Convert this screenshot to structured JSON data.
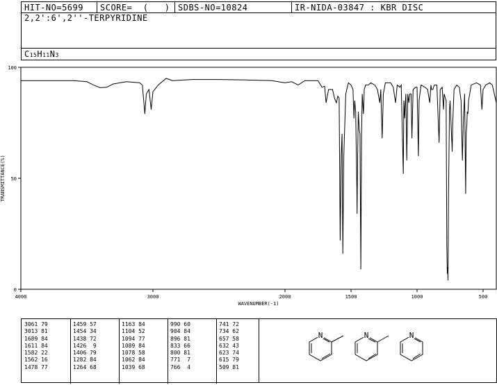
{
  "header": {
    "hit_no": "HIT-NO=5699",
    "score": "SCORE=  (   )",
    "sdbs_no": "SDBS-NO=10824",
    "ir_code": "IR-NIDA-03847 : KBR DISC"
  },
  "compound_name": "2,2':6',2''-TERPYRIDINE",
  "formula": {
    "c": "C",
    "c_n": "15",
    "h": "H",
    "h_n": "11",
    "n": "N",
    "n_n": "3"
  },
  "chart_data": {
    "type": "line",
    "xlabel": "WAVENUMBER(-1)",
    "ylabel": "TRANSMITTANCE(%)",
    "xlim": [
      4000,
      400
    ],
    "ylim": [
      0,
      100
    ],
    "x_ticks": [
      4000,
      3000,
      2000,
      1500,
      1000,
      500
    ],
    "x_tick_labels": [
      "4000",
      "3000",
      "2000",
      "1500",
      "1000",
      "500"
    ],
    "y_ticks": [
      0,
      50,
      100
    ],
    "y_tick_labels": [
      "0",
      "50",
      "100"
    ],
    "baseline": [
      [
        4000,
        94
      ],
      [
        3800,
        94
      ],
      [
        3600,
        94
      ],
      [
        3500,
        93.5
      ],
      [
        3450,
        92
      ],
      [
        3400,
        90.8
      ],
      [
        3350,
        91
      ],
      [
        3300,
        92.5
      ],
      [
        3200,
        93.5
      ],
      [
        3100,
        93
      ],
      [
        3080,
        92
      ],
      [
        3061,
        79
      ],
      [
        3050,
        88
      ],
      [
        3030,
        90
      ],
      [
        3013,
        81
      ],
      [
        3000,
        89
      ],
      [
        2960,
        92
      ],
      [
        2900,
        95
      ],
      [
        2850,
        94
      ],
      [
        2700,
        94.5
      ],
      [
        2500,
        94.5
      ],
      [
        2300,
        94.3
      ],
      [
        2100,
        94
      ],
      [
        2000,
        93
      ],
      [
        1950,
        93.5
      ],
      [
        1900,
        92
      ],
      [
        1850,
        94
      ],
      [
        1800,
        94
      ],
      [
        1750,
        94
      ],
      [
        1720,
        91
      ],
      [
        1700,
        91.5
      ],
      [
        1689,
        84
      ],
      [
        1670,
        90
      ],
      [
        1640,
        90
      ],
      [
        1625,
        86
      ],
      [
        1611,
        84
      ],
      [
        1600,
        87
      ],
      [
        1590,
        86
      ],
      [
        1582,
        22
      ],
      [
        1575,
        60
      ],
      [
        1568,
        70
      ],
      [
        1562,
        16
      ],
      [
        1555,
        60
      ],
      [
        1540,
        88
      ],
      [
        1520,
        93
      ],
      [
        1500,
        92
      ],
      [
        1485,
        90
      ],
      [
        1478,
        77
      ],
      [
        1472,
        85
      ],
      [
        1465,
        80
      ],
      [
        1459,
        57
      ],
      [
        1456,
        45
      ],
      [
        1454,
        34
      ],
      [
        1450,
        60
      ],
      [
        1445,
        80
      ],
      [
        1438,
        72
      ],
      [
        1432,
        70
      ],
      [
        1426,
        9
      ],
      [
        1420,
        70
      ],
      [
        1415,
        88
      ],
      [
        1406,
        79
      ],
      [
        1400,
        90
      ],
      [
        1390,
        92
      ],
      [
        1370,
        92
      ],
      [
        1350,
        93
      ],
      [
        1320,
        92
      ],
      [
        1300,
        90
      ],
      [
        1282,
        84
      ],
      [
        1275,
        90
      ],
      [
        1264,
        68
      ],
      [
        1255,
        88
      ],
      [
        1240,
        93
      ],
      [
        1200,
        93
      ],
      [
        1180,
        91
      ],
      [
        1163,
        84
      ],
      [
        1150,
        92
      ],
      [
        1130,
        91
      ],
      [
        1120,
        92
      ],
      [
        1104,
        52
      ],
      [
        1100,
        85
      ],
      [
        1094,
        77
      ],
      [
        1089,
        84
      ],
      [
        1085,
        88
      ],
      [
        1078,
        58
      ],
      [
        1070,
        88
      ],
      [
        1062,
        84
      ],
      [
        1055,
        88
      ],
      [
        1045,
        88
      ],
      [
        1039,
        68
      ],
      [
        1030,
        90
      ],
      [
        1010,
        91
      ],
      [
        1000,
        91
      ],
      [
        990,
        60
      ],
      [
        985,
        85
      ],
      [
        970,
        92
      ],
      [
        940,
        91
      ],
      [
        920,
        90
      ],
      [
        904,
        84
      ],
      [
        895,
        92
      ],
      [
        890,
        90
      ],
      [
        880,
        90
      ],
      [
        870,
        92
      ],
      [
        850,
        92
      ],
      [
        833,
        66
      ],
      [
        825,
        90
      ],
      [
        810,
        91
      ],
      [
        800,
        81
      ],
      [
        795,
        88
      ],
      [
        780,
        85
      ],
      [
        775,
        20
      ],
      [
        771,
        7
      ],
      [
        768,
        10
      ],
      [
        766,
        4
      ],
      [
        762,
        40
      ],
      [
        755,
        80
      ],
      [
        750,
        85
      ],
      [
        741,
        72
      ],
      [
        736,
        65
      ],
      [
        734,
        62
      ],
      [
        730,
        75
      ],
      [
        720,
        90
      ],
      [
        700,
        92
      ],
      [
        680,
        91
      ],
      [
        667,
        85
      ],
      [
        657,
        58
      ],
      [
        650,
        75
      ],
      [
        640,
        88
      ],
      [
        632,
        43
      ],
      [
        628,
        70
      ],
      [
        623,
        74
      ],
      [
        620,
        80
      ],
      [
        615,
        79
      ],
      [
        610,
        85
      ],
      [
        590,
        92
      ],
      [
        550,
        93
      ],
      [
        520,
        92
      ],
      [
        509,
        81
      ],
      [
        500,
        90
      ],
      [
        480,
        92
      ],
      [
        450,
        93
      ],
      [
        430,
        92
      ],
      [
        400,
        84
      ]
    ]
  },
  "peak_table": [
    [
      "3061 79",
      "3013 81",
      "1689 84",
      "1611 84",
      "1582 22",
      "1562 16",
      "1478 77"
    ],
    [
      "1459 57",
      "1454 34",
      "1438 72",
      "1426  9",
      "1406 79",
      "1282 84",
      "1264 68"
    ],
    [
      "1163 84",
      "1104 52",
      "1094 77",
      "1089 84",
      "1078 58",
      "1062 84",
      "1039 68"
    ],
    [
      "990 60",
      "904 84",
      "896 81",
      "833 66",
      "800 81",
      "771  7",
      "766  4"
    ],
    [
      "741 72",
      "734 62",
      "657 58",
      "632 43",
      "623 74",
      "615 79",
      "509 81"
    ]
  ],
  "structure_atom_label": "N"
}
